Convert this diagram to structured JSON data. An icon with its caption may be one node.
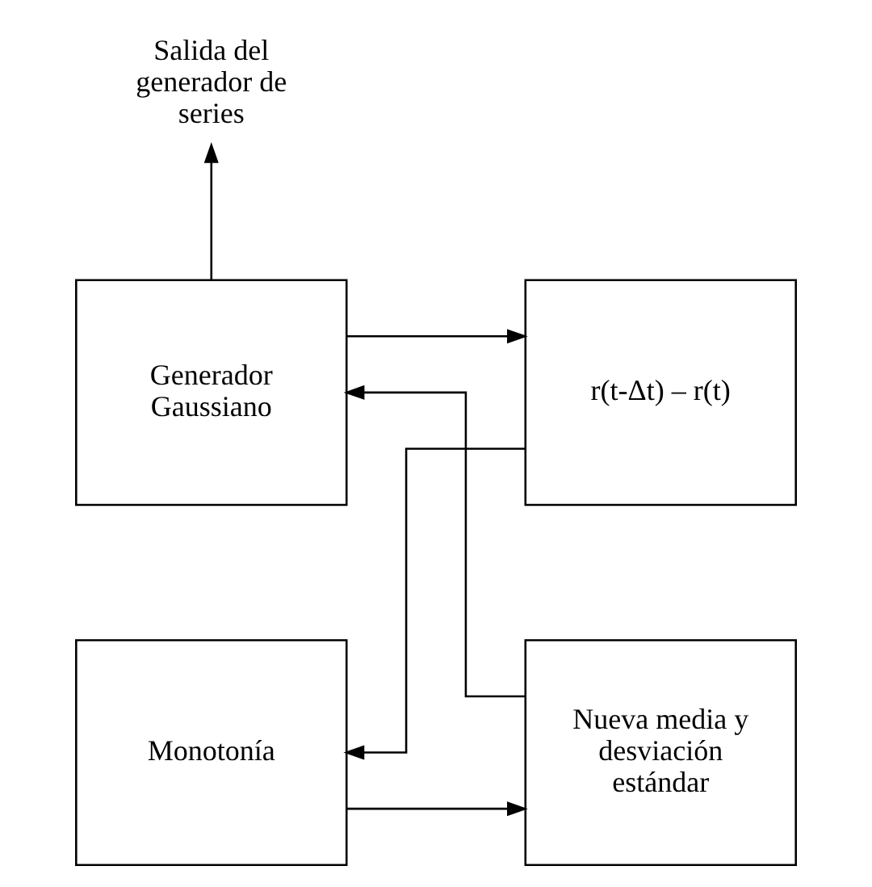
{
  "diagram": {
    "nodes": [
      {
        "text": [
          "Generador Gaussiano"
        ]
      },
      {
        "text": [
          "r(t-Δt) – r(t)"
        ]
      },
      {
        "text": [
          "Monotonía"
        ]
      },
      {
        "text": [
          "Nueva media y desviación estándar"
        ]
      },
      {
        "text": [
          "Salida del generador de series"
        ]
      }
    ],
    "edges": [
      {
        "from": 0,
        "to": 1,
        "arrow": "to"
      },
      {
        "from": 0,
        "to": 4,
        "arrow": "to"
      },
      {
        "from": 1,
        "to": 2,
        "arrow": "to"
      },
      {
        "from": 2,
        "to": 3,
        "arrow": "to"
      },
      {
        "from": 3,
        "to": 0,
        "arrow": "to"
      }
    ]
  }
}
